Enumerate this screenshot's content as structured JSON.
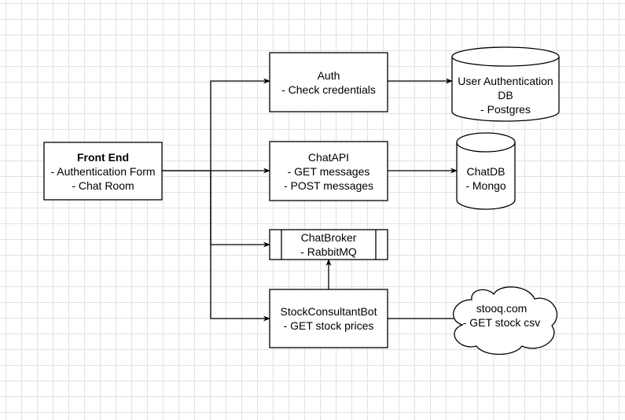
{
  "nodes": {
    "frontend": {
      "title": "Front End",
      "line1": "- Authentication Form",
      "line2": "- Chat Room"
    },
    "auth": {
      "title": "Auth",
      "line1": "- Check credentials"
    },
    "chatapi": {
      "title": "ChatAPI",
      "line1": "- GET messages",
      "line2": "- POST messages"
    },
    "chatbroker": {
      "title": "ChatBroker",
      "line1": "- RabbitMQ"
    },
    "stockbot": {
      "title": "StockConsultantBot",
      "line1": "- GET stock prices"
    },
    "userdb": {
      "line1": "User Authentication",
      "line2": "DB",
      "line3": "- Postgres"
    },
    "chatdb": {
      "title": "ChatDB",
      "line1": "- Mongo"
    },
    "stooq": {
      "title": "stooq.com",
      "line1": "- GET stock csv"
    }
  },
  "colors": {
    "stroke": "#000000",
    "fill": "#ffffff",
    "grid": "#e2e2e2"
  }
}
